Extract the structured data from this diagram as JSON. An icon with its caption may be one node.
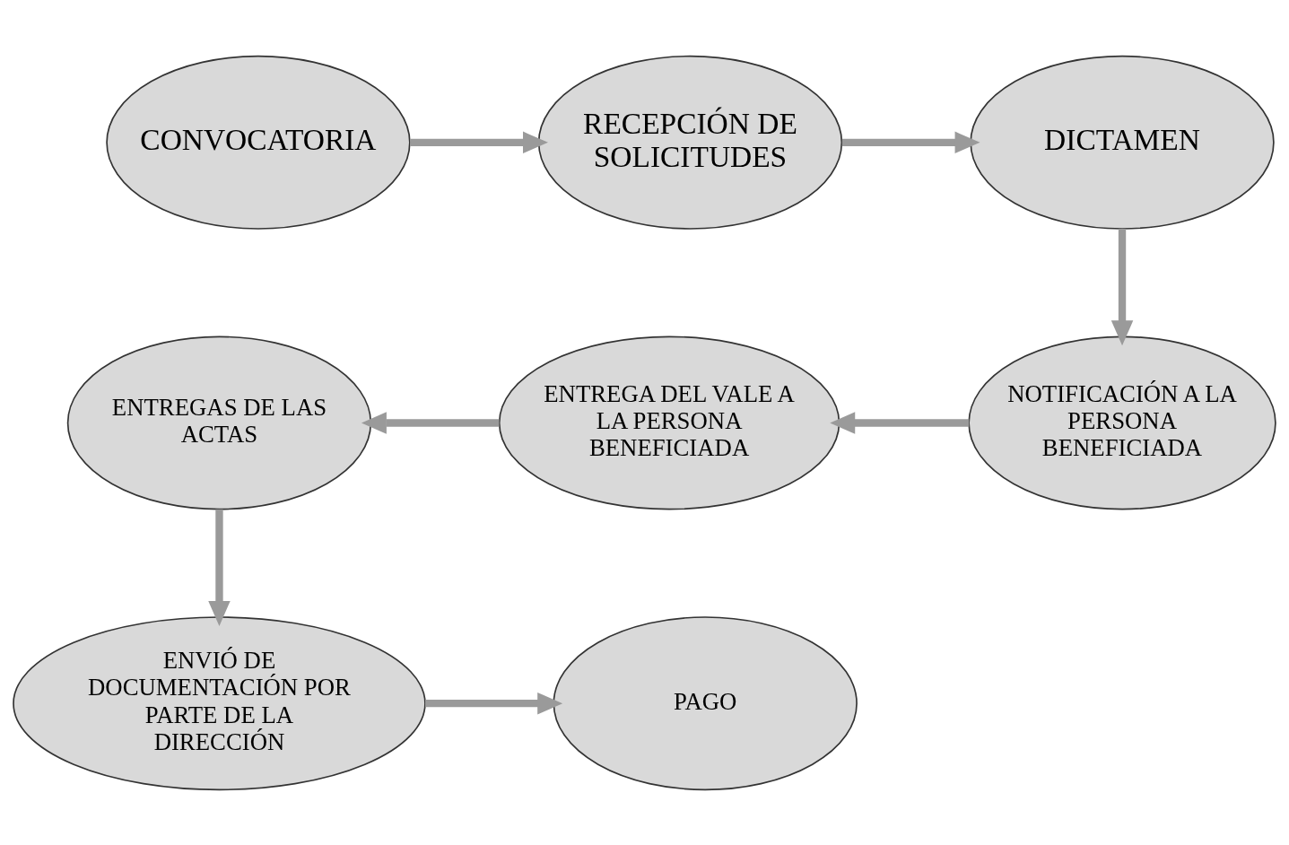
{
  "diagram": {
    "nodes": [
      {
        "text": [
          "CONVOCATORIA"
        ]
      },
      {
        "text": [
          "RECEPCIÓN DE SOLICITUDES"
        ]
      },
      {
        "text": [
          "DICTAMEN"
        ]
      },
      {
        "text": [
          "NOTIFICACIÓN A LA PERSONA BENEFICIADA"
        ]
      },
      {
        "text": [
          "ENTREGA DEL VALE A LA PERSONA BENEFICIADA"
        ]
      },
      {
        "text": [
          "ENTREGAS DE LAS ACTAS"
        ]
      },
      {
        "text": [
          "ENVIÓ DE DOCUMENTACIÓN POR PARTE DE LA DIRECCIÓN"
        ]
      },
      {
        "text": [
          "PAGO"
        ]
      }
    ],
    "edges": [
      {
        "from": 0,
        "to": 1,
        "arrow": "to"
      },
      {
        "from": 1,
        "to": 2,
        "arrow": "to"
      },
      {
        "from": 2,
        "to": 3,
        "arrow": "to"
      },
      {
        "from": 3,
        "to": 4,
        "arrow": "to"
      },
      {
        "from": 4,
        "to": 5,
        "arrow": "to"
      },
      {
        "from": 5,
        "to": 6,
        "arrow": "to"
      },
      {
        "from": 6,
        "to": 7,
        "arrow": "to"
      }
    ]
  }
}
